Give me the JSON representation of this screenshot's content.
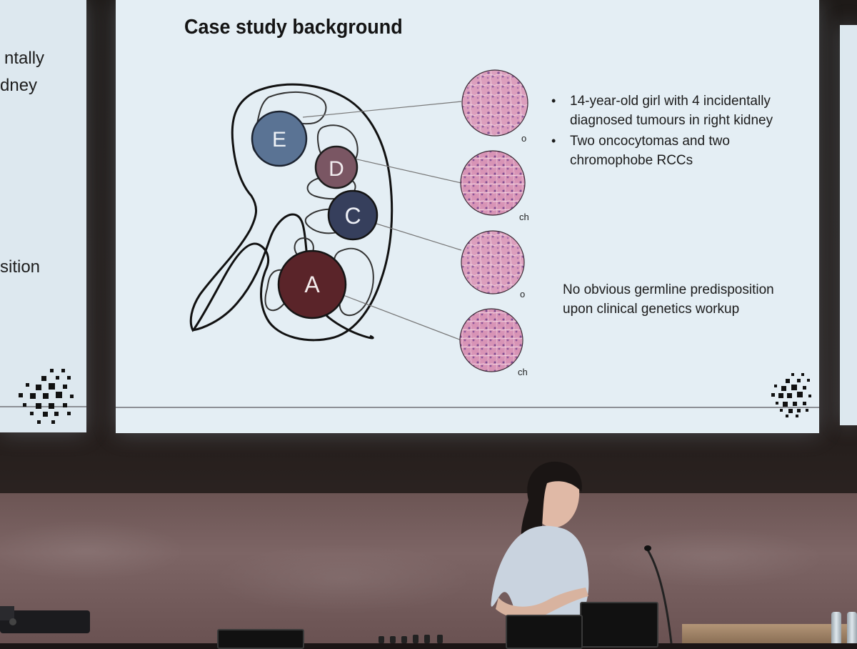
{
  "left_screen": {
    "fragments": [
      "ntally",
      "dney",
      "sition"
    ]
  },
  "slide": {
    "title": "Case study background",
    "tumour_labels": [
      "E",
      "D",
      "C",
      "A"
    ],
    "histology_tags": [
      "o",
      "ch",
      "o",
      "ch"
    ],
    "bullets": [
      "14-year-old girl with 4 incidentally diagnosed tumours in right kidney",
      "Two oncocytomas and two chromophobe RCCs"
    ],
    "note": "No obvious germline predisposition upon clinical genetics workup"
  },
  "colors": {
    "slide_background": "#e4eef4",
    "tumour_E": "#5a7394",
    "tumour_D": "#7a5663",
    "tumour_C": "#363f5c",
    "tumour_A": "#5a2429",
    "histology_pink": "#d99ab8",
    "stage_wall": "#756060"
  },
  "icons": {
    "slide_logo": "pixel-grid-logo-icon"
  }
}
